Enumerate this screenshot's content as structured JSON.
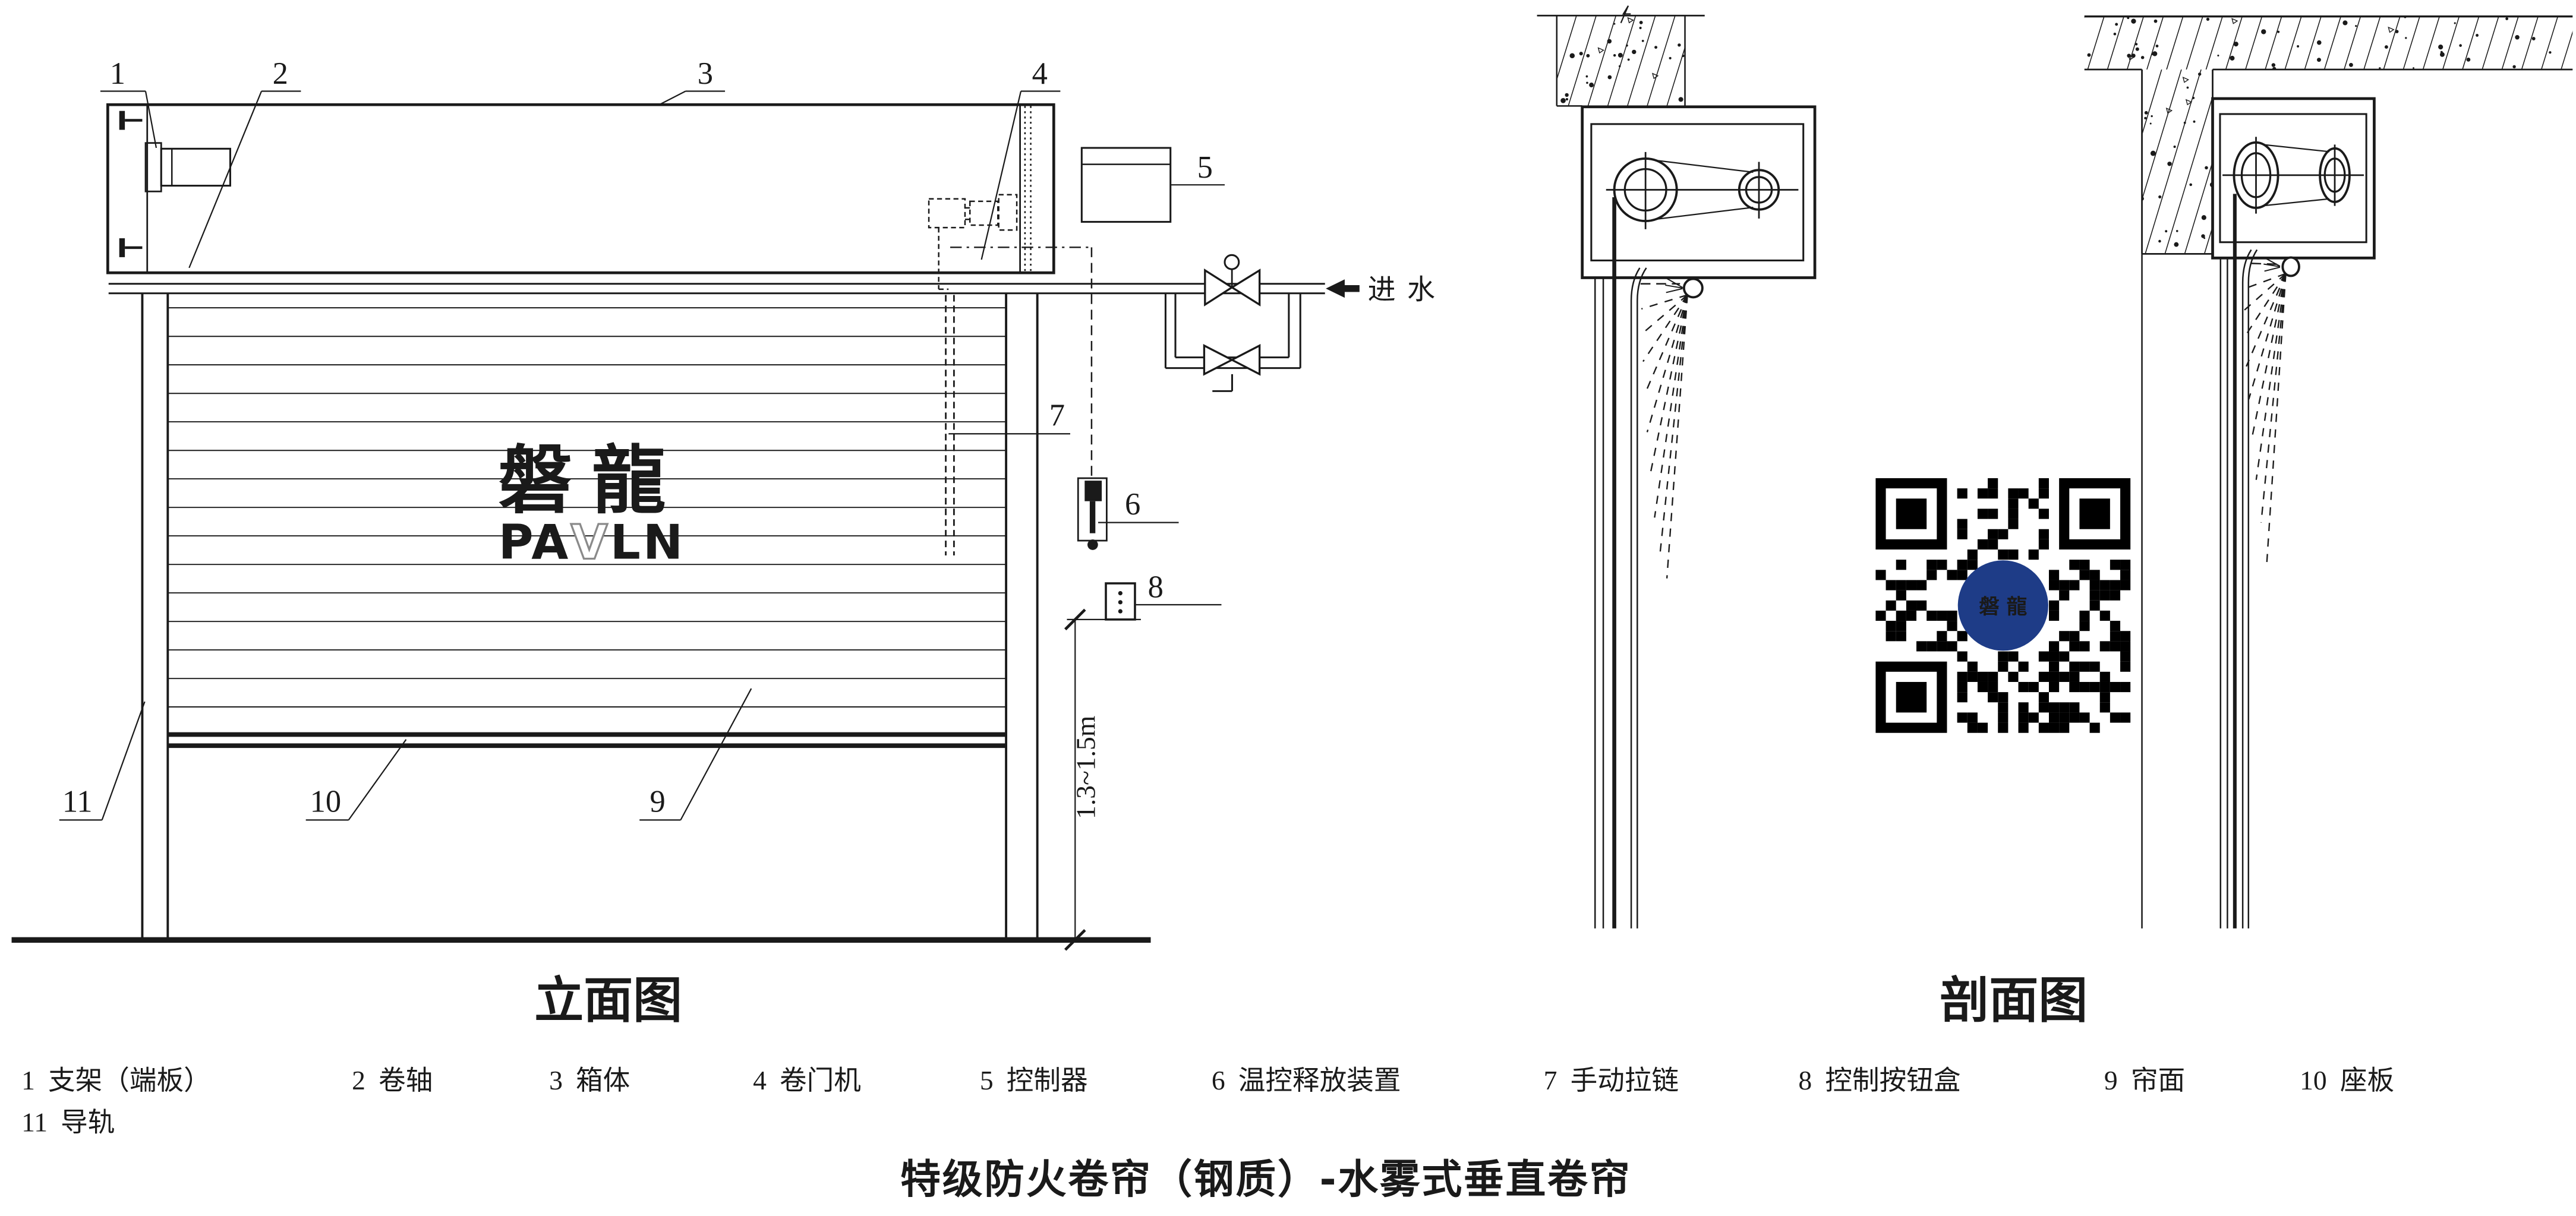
{
  "title": "特级防火卷帘（钢质）-水雾式垂直卷帘",
  "views": {
    "elevation_label": "立面图",
    "section_label": "剖面图"
  },
  "annotations": {
    "water_inlet": "进水",
    "install_height": "1.3~1.5m"
  },
  "callouts": {
    "c1": "1",
    "c2": "2",
    "c3": "3",
    "c4": "4",
    "c5": "5",
    "c6": "6",
    "c7": "7",
    "c8": "8",
    "c9": "9",
    "c10": "10",
    "c11": "11"
  },
  "logo": {
    "cn": "磐龍",
    "en_p": "PA",
    "en_v": "V",
    "en_ln": "LN"
  },
  "qr": {
    "center_label": "磐 龍"
  },
  "legend": {
    "row1": [
      {
        "num": "1",
        "label": "支架（端板）"
      },
      {
        "num": "2",
        "label": "卷轴"
      },
      {
        "num": "3",
        "label": "箱体"
      },
      {
        "num": "4",
        "label": "卷门机"
      },
      {
        "num": "5",
        "label": "控制器"
      },
      {
        "num": "6",
        "label": "温控释放装置"
      },
      {
        "num": "7",
        "label": "手动拉链"
      },
      {
        "num": "8",
        "label": "控制按钮盒"
      },
      {
        "num": "9",
        "label": "帘面"
      },
      {
        "num": "10",
        "label": "座板"
      }
    ],
    "row2": [
      {
        "num": "11",
        "label": "导轨"
      }
    ]
  },
  "colors": {
    "ink": "#1a1a1a",
    "logo_gray": "#8a8a8a",
    "title_gray": "#7f7f7f",
    "qr_blue": "#1e3c87"
  }
}
